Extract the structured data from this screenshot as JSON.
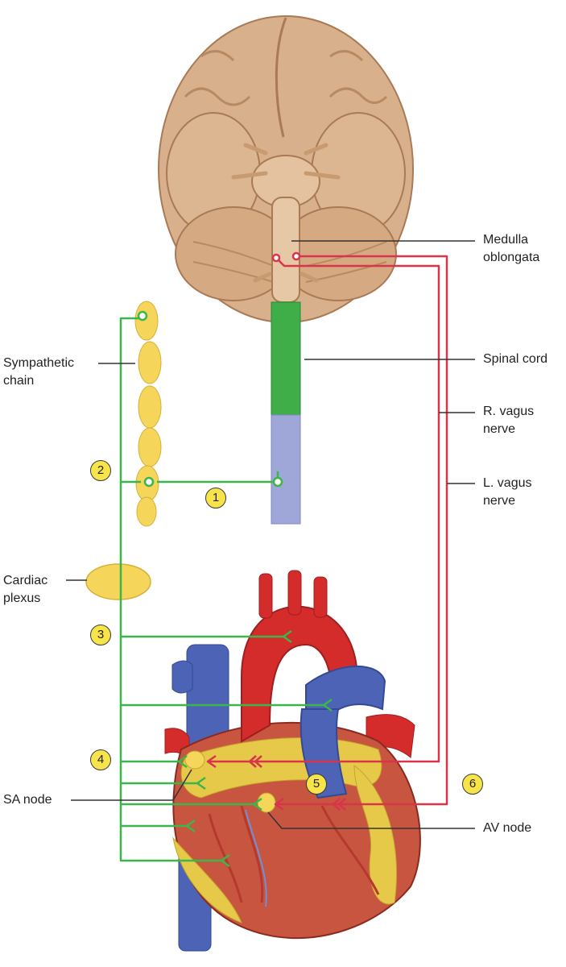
{
  "labels": {
    "medulla": [
      "Medulla",
      "oblongata"
    ],
    "spinal_cord": "Spinal cord",
    "sympathetic_chain": [
      "Sympathetic",
      "chain"
    ],
    "r_vagus": [
      "R. vagus",
      "nerve"
    ],
    "l_vagus": [
      "L. vagus",
      "nerve"
    ],
    "cardiac_plexus": [
      "Cardiac",
      "plexus"
    ],
    "sa_node": "SA node",
    "av_node": "AV node"
  },
  "markers": [
    "1",
    "2",
    "3",
    "4",
    "5",
    "6"
  ],
  "colors": {
    "sympathetic_fiber": "#3cb54a",
    "parasympathetic_fiber": "#d9354a",
    "ganglion_yellow": "#f5d65a",
    "brain_tan": "#d9b08c",
    "spinal_green": "#3fae49",
    "spinal_lavender": "#9fa7d8",
    "heart_red": "#d42b2b",
    "vein_blue": "#4c63b6",
    "fat_yellow": "#e7c94a",
    "leader_line": "#333333"
  }
}
